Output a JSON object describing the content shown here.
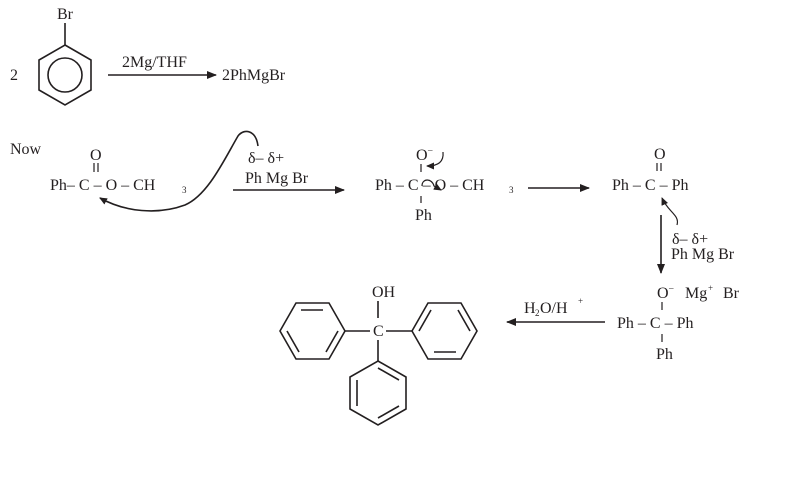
{
  "step1": {
    "coefficient": "2",
    "substituent": "Br",
    "reagent": "2Mg/THF",
    "product": "2PhMgBr"
  },
  "step2": {
    "now_label": "Now",
    "ester_o": "O",
    "ester_chain": "Ph– C – O – CH",
    "ester_sub": "3",
    "delta_label": "δ–  δ+",
    "grignard": "Ph Mg Br"
  },
  "intermediate": {
    "o_minus": "O",
    "minus": "–",
    "chain": "Ph – C – O – CH",
    "sub": "3",
    "ph_below": "Ph"
  },
  "ketone": {
    "o": "O",
    "chain": "Ph – C – Ph",
    "delta_label": "δ–  δ+",
    "grignard": "Ph Mg Br"
  },
  "alkoxide": {
    "o": "O",
    "minus": "–",
    "mg": "Mg",
    "plus": "+",
    "br": "Br",
    "chain": "Ph – C – Ph",
    "ph_below": "Ph"
  },
  "hydrolysis": {
    "h": "H",
    "sub2": "2",
    "rest": "O/H",
    "plus": "+"
  },
  "product": {
    "oh": "OH",
    "c": "C"
  }
}
